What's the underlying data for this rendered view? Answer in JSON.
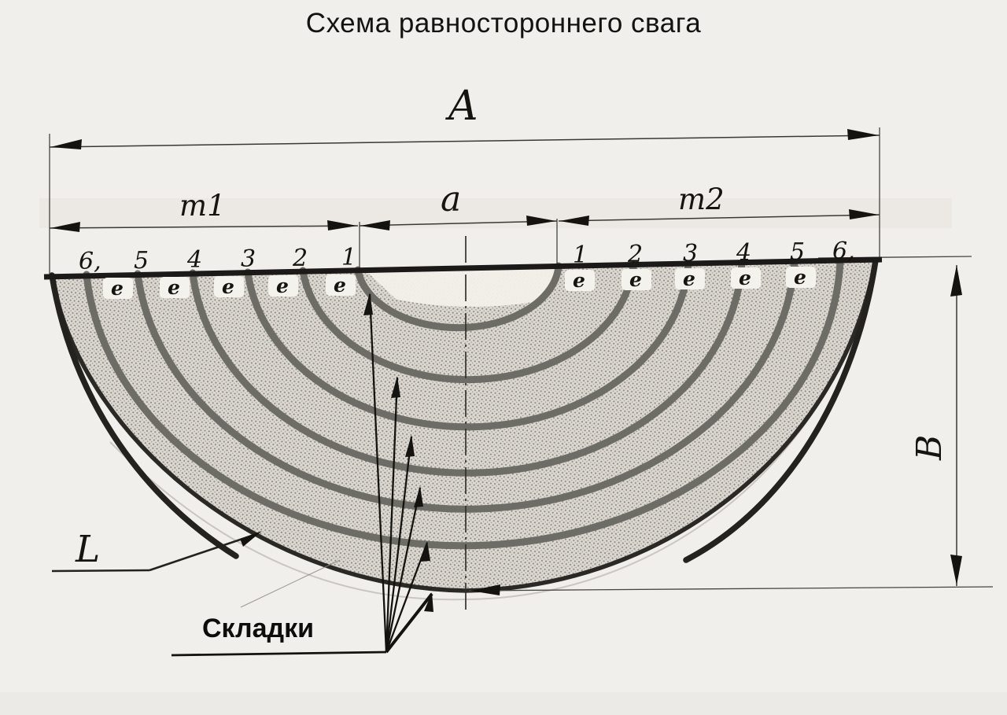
{
  "title": "Схема равностороннего свага",
  "diagram": {
    "labels": {
      "total_width": "A",
      "middle_width": "a",
      "left_shoulder": "m1",
      "right_shoulder": "m2",
      "depth": "B",
      "bottom_edge": "L",
      "pleats": "Складки",
      "edge_mark": "e"
    },
    "left_pleat_numbers": [
      "6,",
      "5",
      "4",
      "3",
      "2",
      "1"
    ],
    "right_pleat_numbers": [
      "1",
      "2",
      "3",
      "4",
      "5",
      "6,"
    ],
    "edge_marks_left_count": 5,
    "edge_marks_right_count": 5,
    "fold_arc_count": 6,
    "colors": {
      "paper": "#f1efeb",
      "ink": "#14130f",
      "pencil_line": "#3a3835",
      "fold_band": "#6e6c66",
      "halftone_dot": "#87857f",
      "halftone_bg": "#dcd8d1"
    }
  }
}
